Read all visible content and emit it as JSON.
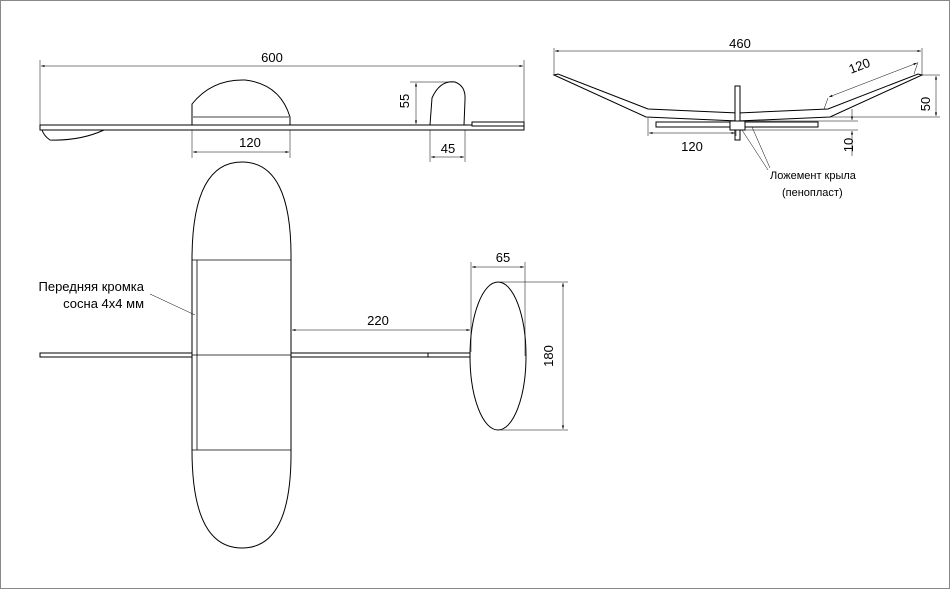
{
  "dimensions": {
    "side_length": "600",
    "side_canopy_width": "120",
    "side_fin_height": "55",
    "side_fin_width": "45",
    "front_span": "460",
    "front_panel_length": "120",
    "front_center_width": "120",
    "front_tip_rise": "50",
    "front_keel_height": "10",
    "top_tail_gap": "220",
    "top_stab_width": "65",
    "top_stab_length": "180"
  },
  "notes": {
    "leading_edge_line1": "Передняя кромка",
    "leading_edge_line2": "сосна 4х4 мм",
    "wing_mount_line1": "Ложемент крыла",
    "wing_mount_line2": "(пенопласт)"
  },
  "colors": {
    "line": "#000000",
    "background": "#ffffff",
    "frame": "#888888"
  }
}
